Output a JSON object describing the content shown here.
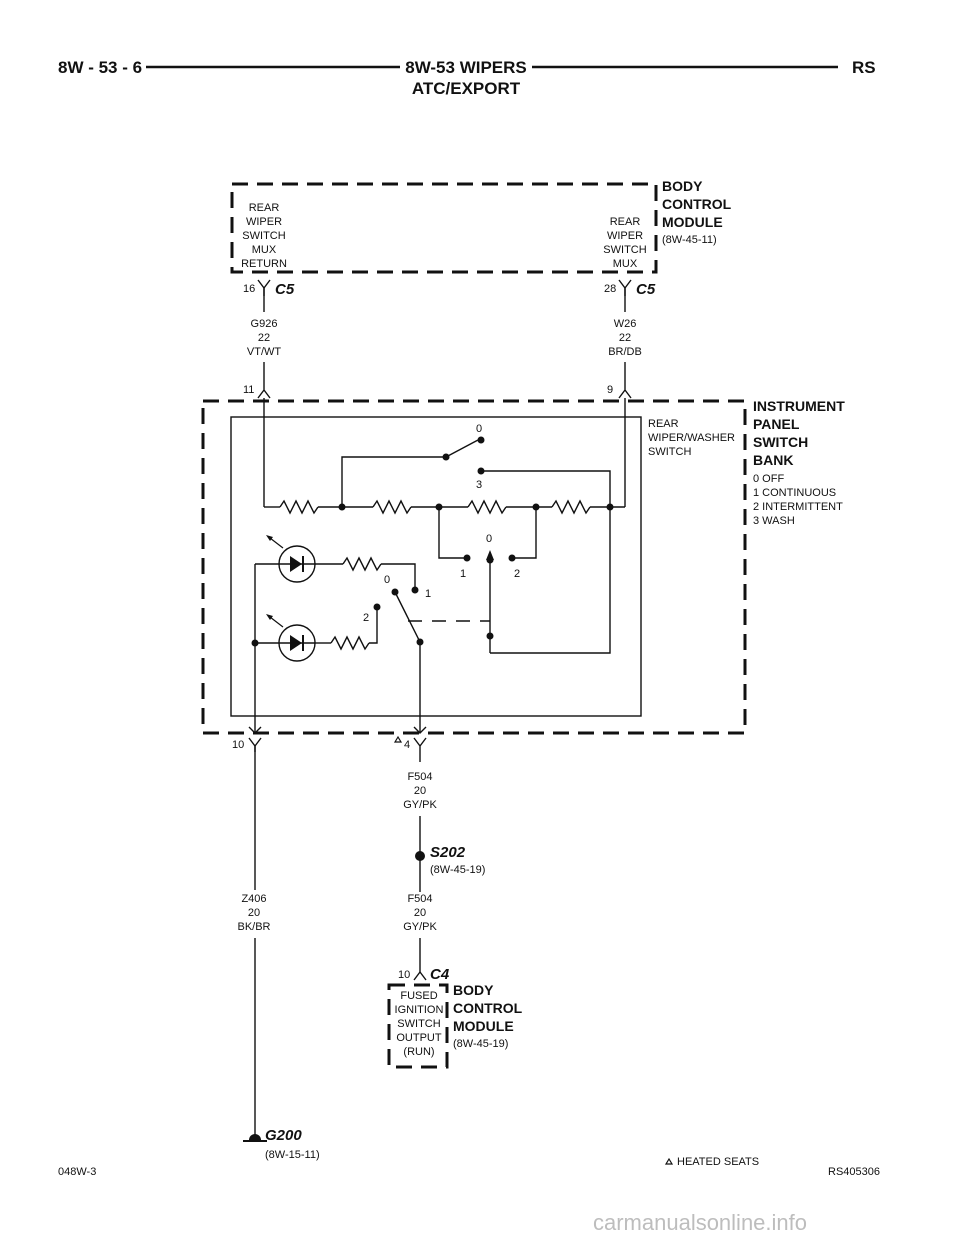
{
  "header": {
    "page_number": "8W - 53 - 6",
    "title": "8W-53 WIPERS",
    "subtitle": "ATC/EXPORT",
    "code": "RS"
  },
  "bcm_top": {
    "name_lines": [
      "BODY",
      "CONTROL",
      "MODULE"
    ],
    "ref": "(8W-45-11)",
    "left_label": [
      "REAR",
      "WIPER",
      "SWITCH",
      "MUX",
      "RETURN"
    ],
    "right_label": [
      "REAR",
      "WIPER",
      "SWITCH",
      "MUX"
    ],
    "left_pin": "16",
    "right_pin": "28",
    "connector": "C5"
  },
  "wires": {
    "g926": [
      "G926",
      "22",
      "VT/WT"
    ],
    "w26": [
      "W26",
      "22",
      "BR/DB"
    ],
    "f504_upper": [
      "F504",
      "20",
      "GY/PK"
    ],
    "f504_lower": [
      "F504",
      "20",
      "GY/PK"
    ],
    "z406": [
      "Z406",
      "20",
      "BK/BR"
    ]
  },
  "panel": {
    "name_lines": [
      "INSTRUMENT",
      "PANEL",
      "SWITCH",
      "BANK"
    ],
    "positions": [
      "0 OFF",
      "1 CONTINUOUS",
      "2 INTERMITTENT",
      "3 WASH"
    ],
    "switch_label": [
      "REAR",
      "WIPER/WASHER",
      "SWITCH"
    ],
    "pin_11": "11",
    "pin_9": "9",
    "pin_10": "10",
    "pin_4": "4",
    "upper_switch": [
      "0",
      "3"
    ],
    "mid_switch": [
      "0",
      "1",
      "2"
    ],
    "lower_switch": [
      "0",
      "1",
      "2"
    ]
  },
  "splice": {
    "name": "S202",
    "ref": "(8W-45-19)"
  },
  "bcm_bottom": {
    "connector": "C4",
    "pin": "10",
    "label": [
      "FUSED",
      "IGNITION",
      "SWITCH",
      "OUTPUT",
      "(RUN)"
    ],
    "name_lines": [
      "BODY",
      "CONTROL",
      "MODULE"
    ],
    "ref": "(8W-45-19)"
  },
  "ground": {
    "name": "G200",
    "ref": "(8W-15-11)"
  },
  "footer": {
    "left_code": "048W-3",
    "note": "HEATED SEATS",
    "right_code": "RS405306"
  },
  "watermark": "carmanualsonline.info"
}
